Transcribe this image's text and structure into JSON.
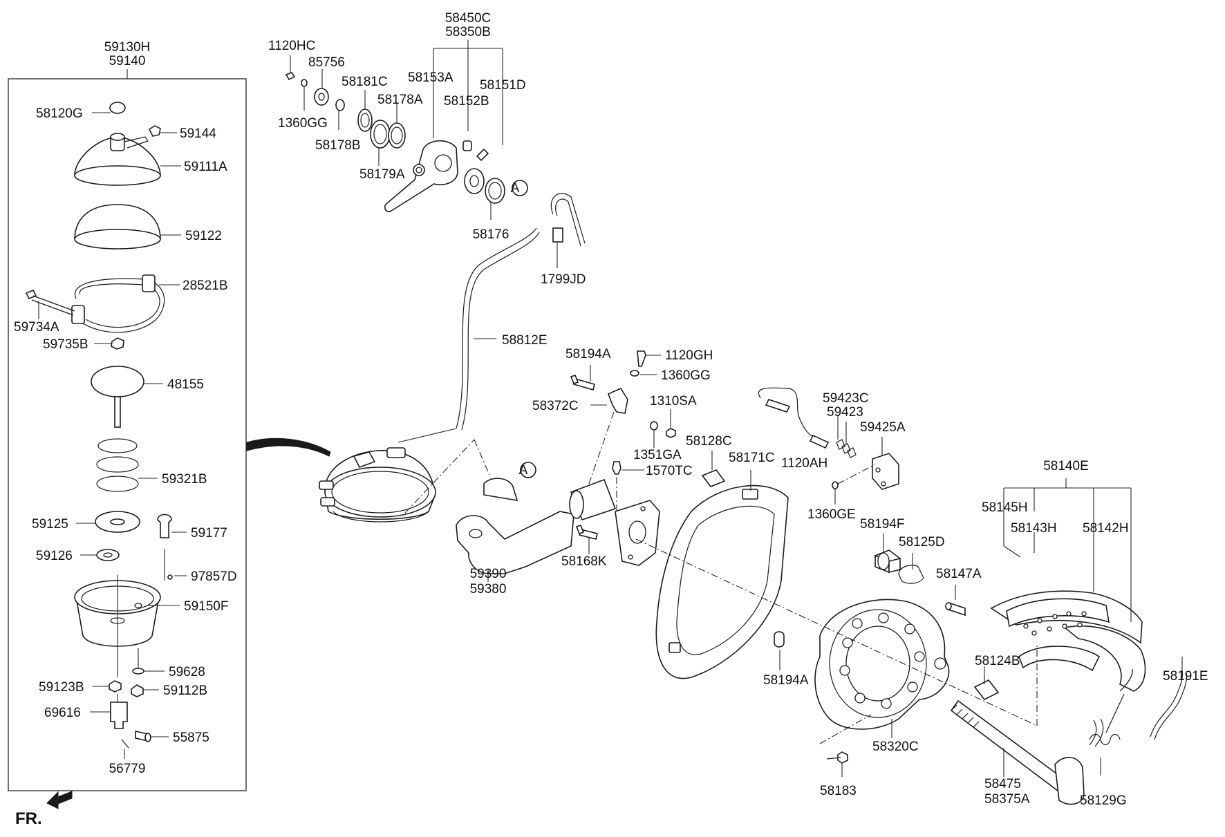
{
  "labels": {
    "p59130H": "59130H",
    "p59140": "59140",
    "p58120G": "58120G",
    "p59144": "59144",
    "p59111A": "59111A",
    "p59122": "59122",
    "p28521B": "28521B",
    "p59734A": "59734A",
    "p59735B": "59735B",
    "p48155": "48155",
    "p59321B": "59321B",
    "p59125": "59125",
    "p59177": "59177",
    "p59126": "59126",
    "p97857D": "97857D",
    "p59150F": "59150F",
    "p59628": "59628",
    "p59123B": "59123B",
    "p59112B": "59112B",
    "p69616": "69616",
    "p55875": "55875",
    "p56779": "56779",
    "p58450C": "58450C",
    "p58350B": "58350B",
    "p1120HC": "1120HC",
    "p85756": "85756",
    "p58181C": "58181C",
    "p58153A": "58153A",
    "p58151D": "58151D",
    "p58178A": "58178A",
    "p58152B": "58152B",
    "p1360GG_a": "1360GG",
    "p58178B": "58178B",
    "p58179A": "58179A",
    "p58176": "58176",
    "p1799JD": "1799JD",
    "p58812E": "58812E",
    "p58194A_a": "58194A",
    "p1120GH": "1120GH",
    "p1360GG_b": "1360GG",
    "p58372C": "58372C",
    "p1310SA": "1310SA",
    "p1351GA": "1351GA",
    "p58128C": "58128C",
    "p1570TC": "1570TC",
    "p58171C": "58171C",
    "p1120AH": "1120AH",
    "p59423C": "59423C",
    "p59423": "59423",
    "p59425A": "59425A",
    "p1360GE": "1360GE",
    "p58140E": "58140E",
    "p58145H": "58145H",
    "p58143H": "58143H",
    "p58142H": "58142H",
    "p58194F": "58194F",
    "p58125D": "58125D",
    "p58147A": "58147A",
    "p59390": "59390",
    "p59380": "59380",
    "p58168K": "58168K",
    "p58194A_b": "58194A",
    "p58124B": "58124B",
    "p58191E": "58191E",
    "p58320C": "58320C",
    "p58183": "58183",
    "p58475": "58475",
    "p58375A": "58375A",
    "p58129G": "58129G"
  },
  "callouts": {
    "a1": "A",
    "a2": "A"
  },
  "direction": {
    "fr_label": "FR.",
    "fr_icon": "arrow-icon"
  },
  "colors": {
    "line": "#1a1a1a",
    "background": "#ffffff"
  }
}
